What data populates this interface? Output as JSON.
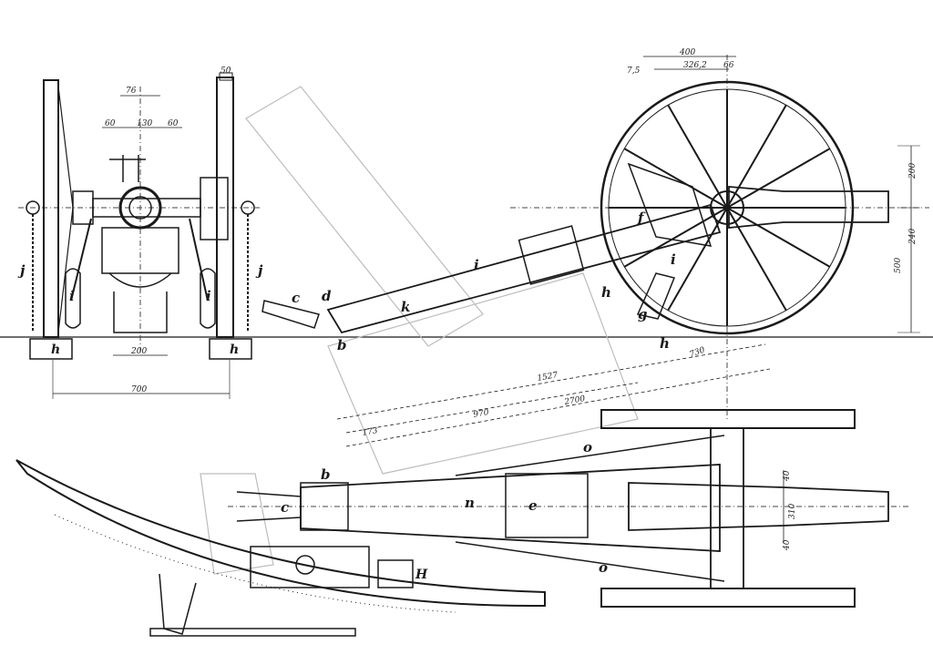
{
  "labels": {
    "j": "j",
    "i": "i",
    "h": "h",
    "c": "c",
    "d": "d",
    "b": "b",
    "k": "k",
    "f": "f",
    "g": "g",
    "n": "n",
    "e": "e",
    "o": "o",
    "H": "H"
  },
  "dims": {
    "d400": "400",
    "d75": "7,5",
    "d3262": "326,2",
    "d66": "66",
    "d76": "76",
    "d60": "60",
    "d130": "130",
    "d50": "50",
    "d200": "200",
    "d700": "700",
    "d240": "240",
    "d500": "500",
    "d730": "730",
    "d1527": "1527",
    "d2700": "2700",
    "d970": "970",
    "d173": "173",
    "d310": "310",
    "d40": "40"
  },
  "colors": {
    "ink": "#1a1a1a",
    "ghost": "#bdbdbd",
    "paper": "#ffffff"
  }
}
